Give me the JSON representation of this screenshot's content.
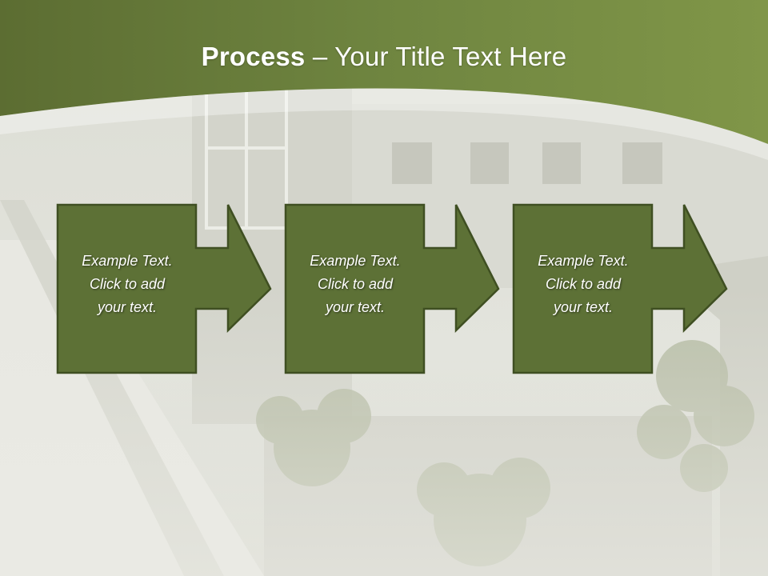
{
  "slide": {
    "title_bold": "Process",
    "title_rest": " – Your Title Text Here",
    "colors": {
      "banner": "#6f8540",
      "box_fill": "#5d7136",
      "box_border": "#3f4f22"
    },
    "steps": [
      {
        "lines": [
          "Example Text.",
          "Click  to add",
          "your text."
        ]
      },
      {
        "lines": [
          "Example Text.",
          "Click  to add",
          "your text."
        ]
      },
      {
        "lines": [
          "Example Text.",
          "Click  to add",
          "your text."
        ]
      }
    ]
  }
}
